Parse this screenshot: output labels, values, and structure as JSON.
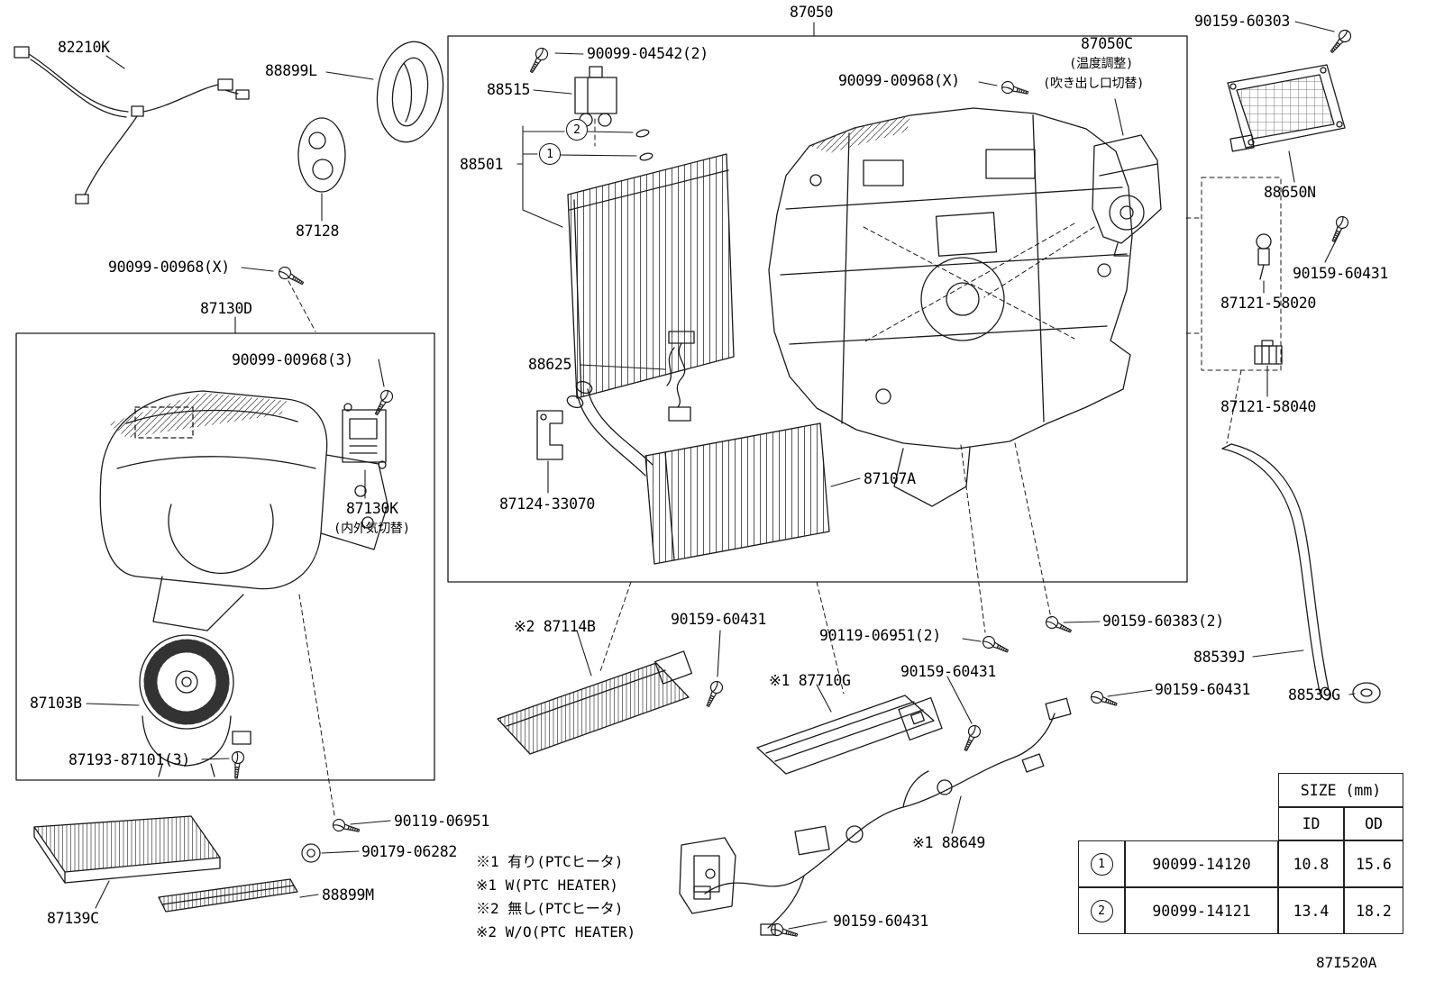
{
  "labels": {
    "p82210k": "82210K",
    "p88899l": "88899L",
    "p87128": "87128",
    "p90099_00968x": "90099-00968(X)",
    "p87130d": "87130D",
    "p87050": "87050",
    "p90099_04542_2": "90099-04542(2)",
    "p88515": "88515",
    "p87050c": "87050C",
    "p87050c_sub1": "(温度調整)",
    "p87050c_sub2": "(吹き出し口切替)",
    "p90159_60303": "90159-60303",
    "p88650n": "88650N",
    "p90159_60431": "90159-60431",
    "p87121_58020": "87121-58020",
    "p88501": "88501",
    "p88625": "88625",
    "p87124_33070": "87124-33070",
    "p87107a": "87107A",
    "p87121_58040": "87121-58040",
    "p90099_00968_3": "90099-00968(3)",
    "p87130k": "87130K",
    "p87130k_sub": "(内外気切替)",
    "p87103b": "87103B",
    "p87193_87101_3": "87193-87101(3)",
    "p87114b": "※2 87114B",
    "p90119_06951_2": "90119-06951(2)",
    "p90159_60383_2": "90159-60383(2)",
    "p88539j": "88539J",
    "p88539g": "88539G",
    "p87710g": "※1 87710G",
    "p90119_06951": "90119-06951",
    "p90179_06282": "90179-06282",
    "p88899m": "88899M",
    "p87139c": "87139C",
    "p88649": "※1 88649",
    "callout1": "1",
    "callout2": "2"
  },
  "notes": [
    "※1 有り(PTCヒータ)",
    "※1 W(PTC HEATER)",
    "※2 無し(PTCヒータ)",
    "※2 W/O(PTC HEATER)"
  ],
  "table": {
    "size_header": "SIZE (mm)",
    "col_id": "ID",
    "col_od": "OD",
    "rows": [
      {
        "num": "1",
        "part": "90099-14120",
        "id": "10.8",
        "od": "15.6"
      },
      {
        "num": "2",
        "part": "90099-14121",
        "id": "13.4",
        "od": "18.2"
      }
    ]
  },
  "drawing_code": "87I520A"
}
